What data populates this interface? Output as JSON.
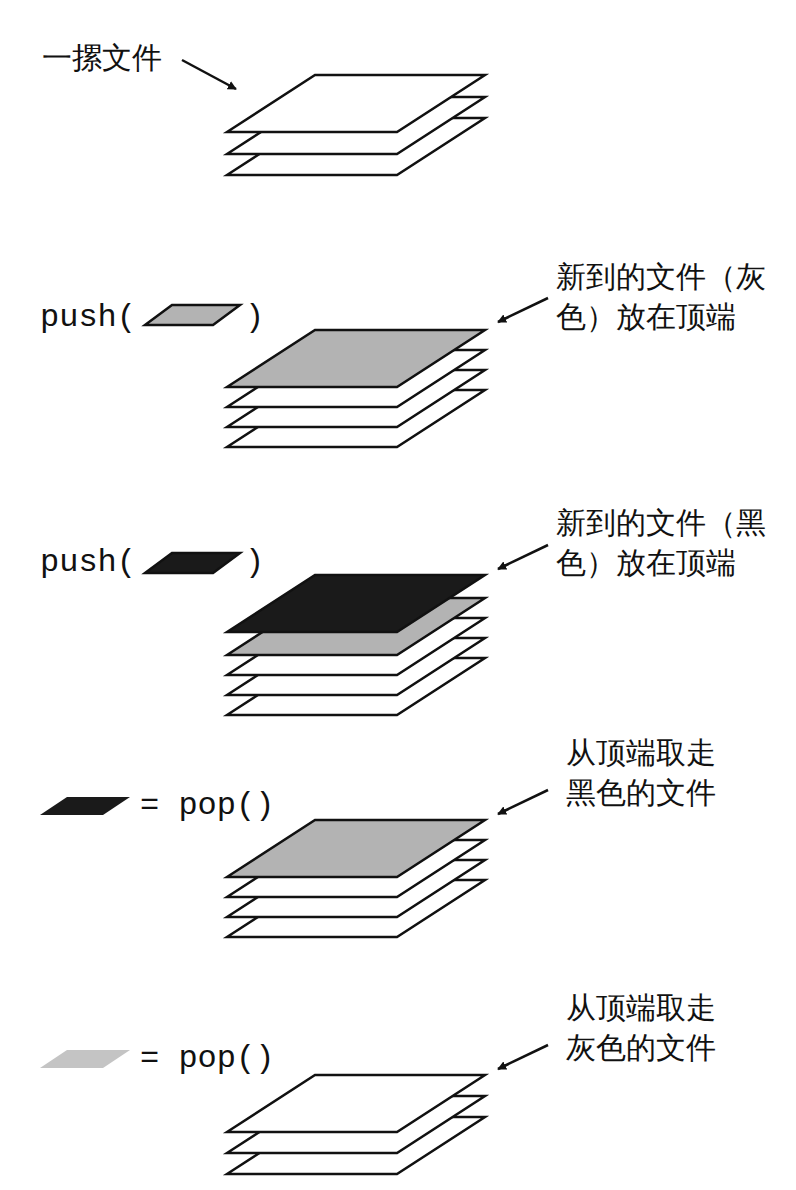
{
  "diagram": {
    "labels": [
      "一摞文件",
      "push(",
      ")",
      "新到的文件（灰色）放在顶端",
      "push(",
      ")",
      "新到的文件（黑色）放在顶端",
      "= pop()",
      "从顶端取走黑色的文件",
      "= pop()",
      "从顶端取走灰色的文件"
    ]
  }
}
